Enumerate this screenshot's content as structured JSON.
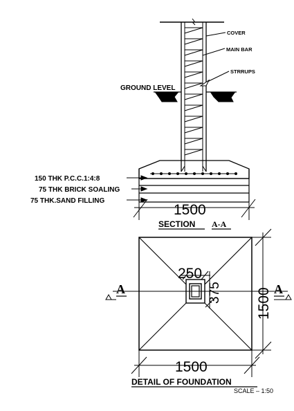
{
  "section": {
    "labels": {
      "cover": "COVER",
      "main_bar": "MAIN BAR",
      "stirrups": "STRRUPS",
      "ground_level": "GROUND LEVEL"
    },
    "layers": [
      "150 THK P.C.C.1:4:8",
      "75 THK BRICK SOALING",
      "75 THK.SAND FILLING"
    ],
    "width_dimension": "1500",
    "title": "SECTION",
    "title_mark": "A-A"
  },
  "plan": {
    "column_dim_horizontal": "250",
    "column_dim_vertical": "375",
    "width_dimension": "1500",
    "height_dimension": "1500",
    "section_mark_left": "A",
    "section_mark_right": "A",
    "title": "DETAIL OF FOUNDATION",
    "scale": "SCALE  –  1:50"
  }
}
